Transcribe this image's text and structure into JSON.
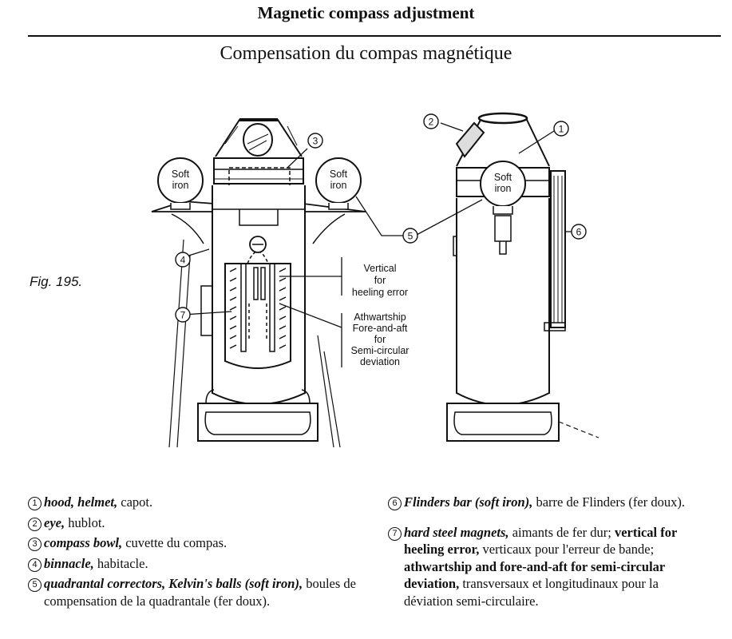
{
  "page": {
    "title": "Magnetic compass adjustment",
    "subtitle": "Compensation du compas magnétique",
    "figure_label": "Fig. 195."
  },
  "figure": {
    "callouts": {
      "hood": "1",
      "eye": "2",
      "bowl": "3",
      "binnacle": "4",
      "balls": "5",
      "flinders": "6",
      "magnets": "7"
    },
    "sphere_label_line1": "Soft",
    "sphere_label_line2": "iron",
    "vertical_note": [
      "Vertical",
      "for",
      "heeling error"
    ],
    "athwart_note": [
      "Athwartship",
      "Fore-and-aft",
      "for",
      "Semi-circular",
      "deviation"
    ]
  },
  "legend": {
    "items": [
      {
        "num": "1",
        "term": "hood, helmet,",
        "rest": " capot."
      },
      {
        "num": "2",
        "term": "eye,",
        "rest": " hublot."
      },
      {
        "num": "3",
        "term": "compass bowl,",
        "rest": " cuvette du compas."
      },
      {
        "num": "4",
        "term": "binnacle,",
        "rest": " habitacle."
      },
      {
        "num": "5",
        "term": "quadrantal correctors, Kelvin's balls (soft iron),",
        "rest": " boules de compensation de la quadrantale (fer doux)."
      },
      {
        "num": "6",
        "term": "Flinders bar (soft iron),",
        "rest": " barre de Flinders (fer doux)."
      },
      {
        "num": "7",
        "term": "hard steel magnets,",
        "rest1": " aimants de fer dur; ",
        "bold1": "vertical for heeling error,",
        "rest2": " verticaux pour l'erreur de bande; ",
        "bold2": "athwartship and fore-and-aft for semi-circular deviation,",
        "rest3": " transversaux et longitudinaux pour la déviation semi-circulaire."
      }
    ]
  }
}
